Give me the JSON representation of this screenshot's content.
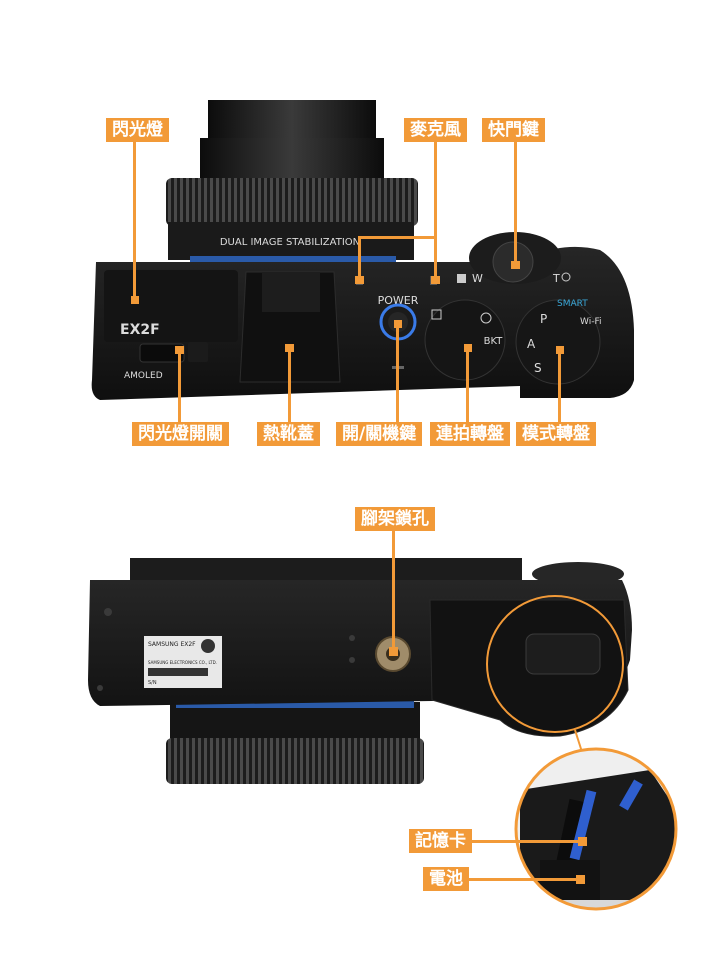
{
  "top_view": {
    "model_badge": "EX2F",
    "lens_text": "DUAL IMAGE STABILIZATION",
    "power_text": "POWER",
    "amoled_text": "AMOLED",
    "zoom_wide": "W",
    "zoom_tele": "T",
    "drive_dial_bkt": "BKT",
    "mode_dial_p": "P",
    "mode_dial_a": "A",
    "mode_dial_s": "S",
    "mode_dial_smart": "SMART",
    "mode_dial_wifi": "Wi-Fi",
    "labels": {
      "flash": "閃光燈",
      "microphone": "麥克風",
      "shutter": "快門鍵",
      "flash_switch": "閃光燈開關",
      "hot_shoe_cover": "熱靴蓋",
      "power_button": "開/關機鍵",
      "drive_dial": "連拍轉盤",
      "mode_dial": "模式轉盤"
    }
  },
  "bottom_view": {
    "sticker_title": "SAMSUNG EX2F",
    "sticker_maker": "SAMSUNG ELECTRONICS CO., LTD.",
    "sticker_serial": "S/N",
    "labels": {
      "tripod_socket": "腳架鎖孔",
      "memory_card": "記憶卡",
      "battery": "電池"
    }
  },
  "colors": {
    "label_bg": "#f29a38",
    "label_text": "#ffffff",
    "camera_body": "#161616",
    "lens_ring_accent": "#2a5aa8"
  }
}
